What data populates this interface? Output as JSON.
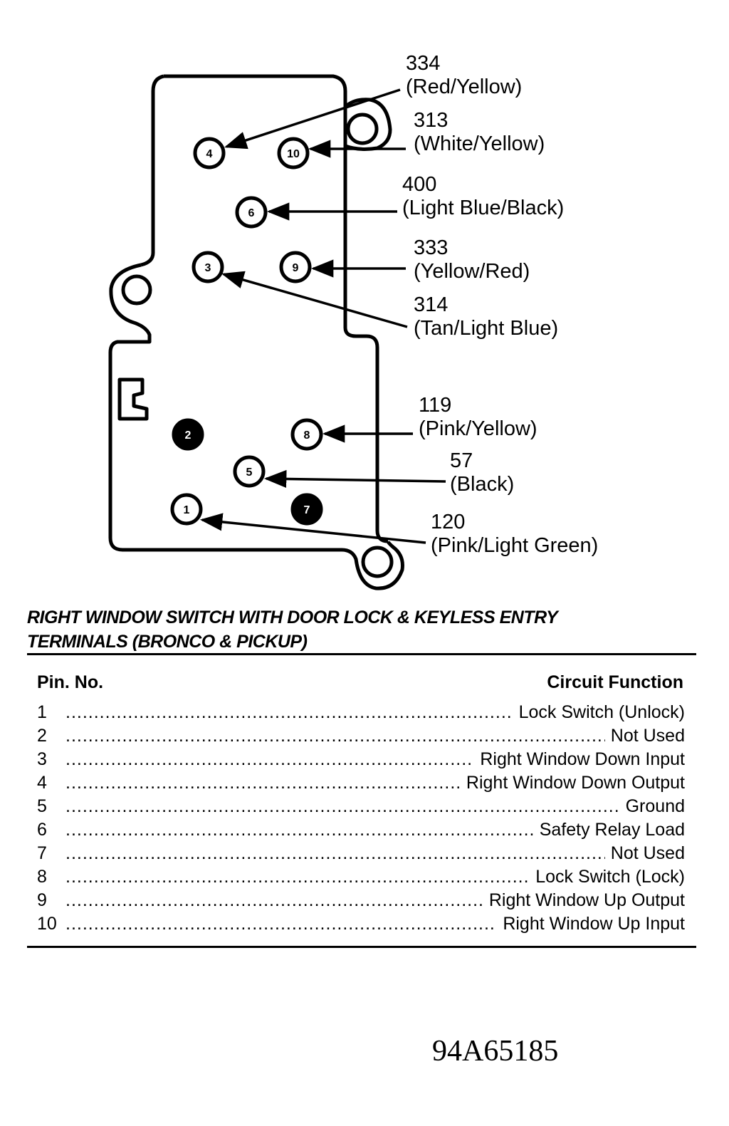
{
  "diagram": {
    "pins": [
      {
        "pin": "4",
        "filled": false
      },
      {
        "pin": "10",
        "filled": false
      },
      {
        "pin": "6",
        "filled": false
      },
      {
        "pin": "3",
        "filled": false
      },
      {
        "pin": "9",
        "filled": false
      },
      {
        "pin": "2",
        "filled": true
      },
      {
        "pin": "8",
        "filled": false
      },
      {
        "pin": "5",
        "filled": false
      },
      {
        "pin": "1",
        "filled": false
      },
      {
        "pin": "7",
        "filled": true
      }
    ],
    "wires": [
      {
        "circuit": "334",
        "color": "(Red/Yellow)",
        "pin": "4"
      },
      {
        "circuit": "313",
        "color": "(White/Yellow)",
        "pin": "10"
      },
      {
        "circuit": "400",
        "color": "(Light Blue/Black)",
        "pin": "6"
      },
      {
        "circuit": "333",
        "color": "(Yellow/Red)",
        "pin": "9"
      },
      {
        "circuit": "314",
        "color": "(Tan/Light Blue)",
        "pin": "3"
      },
      {
        "circuit": "119",
        "color": "(Pink/Yellow)",
        "pin": "8"
      },
      {
        "circuit": "57",
        "color": "(Black)",
        "pin": "5"
      },
      {
        "circuit": "120",
        "color": "(Pink/Light Green)",
        "pin": "1"
      }
    ]
  },
  "caption": {
    "line1": "RIGHT WINDOW SWITCH WITH DOOR LOCK & KEYLESS ENTRY",
    "line2": "TERMINALS (BRONCO & PICKUP)"
  },
  "table": {
    "headers": {
      "pin": "Pin. No.",
      "function": "Circuit Function"
    },
    "rows": [
      {
        "pin": "1",
        "function": "Lock Switch (Unlock)"
      },
      {
        "pin": "2",
        "function": "Not Used"
      },
      {
        "pin": "3",
        "function": "Right Window Down Input"
      },
      {
        "pin": "4",
        "function": "Right Window Down Output"
      },
      {
        "pin": "5",
        "function": "Ground"
      },
      {
        "pin": "6",
        "function": "Safety Relay Load"
      },
      {
        "pin": "7",
        "function": "Not Used"
      },
      {
        "pin": "8",
        "function": "Lock Switch (Lock)"
      },
      {
        "pin": "9",
        "function": "Right Window Up Output"
      },
      {
        "pin": "10",
        "function": "Right Window Up Input"
      }
    ]
  },
  "figure_id": "94A65185"
}
